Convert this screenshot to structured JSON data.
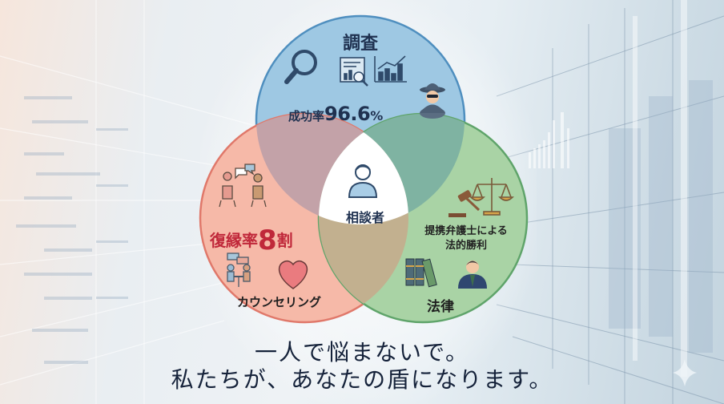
{
  "venn": {
    "circles": [
      {
        "id": "investigation",
        "title": "調査",
        "stat_prefix": "成功率",
        "stat_value": "96.6",
        "stat_suffix": "%",
        "color": "#9ec8e3",
        "stroke": "#4f8fbf"
      },
      {
        "id": "counseling",
        "stat_prefix": "復縁率",
        "stat_value": "8",
        "stat_suffix": "割",
        "caption": "カウンセリング",
        "color": "#f6b9a8",
        "stroke": "#e0786a"
      },
      {
        "id": "law",
        "subtitle_line1": "提携弁護士による",
        "subtitle_line2": "法的勝利",
        "caption": "法律",
        "color": "#a9d3a5",
        "stroke": "#5fa46a"
      }
    ],
    "center": {
      "label": "相談者"
    },
    "overlap_colors": {
      "blue_red": "#c3a2a8",
      "blue_green": "#7fb3a2",
      "red_green": "#c2b08f"
    }
  },
  "icons": {
    "investigation": [
      "magnifier-icon",
      "report-search-icon",
      "line-bar-chart-icon",
      "detective-icon"
    ],
    "counseling": [
      "conversation-people-icon",
      "meeting-table-icon",
      "heart-icon"
    ],
    "law": [
      "gavel-icon",
      "scales-of-justice-icon",
      "law-books-icon",
      "lawyer-icon"
    ],
    "center": [
      "person-icon"
    ]
  },
  "tagline": {
    "line1": "一人で悩まないで。",
    "line2": "私たちが、あなたの盾になります。"
  },
  "watermark": {
    "icon": "sparkle-icon"
  }
}
